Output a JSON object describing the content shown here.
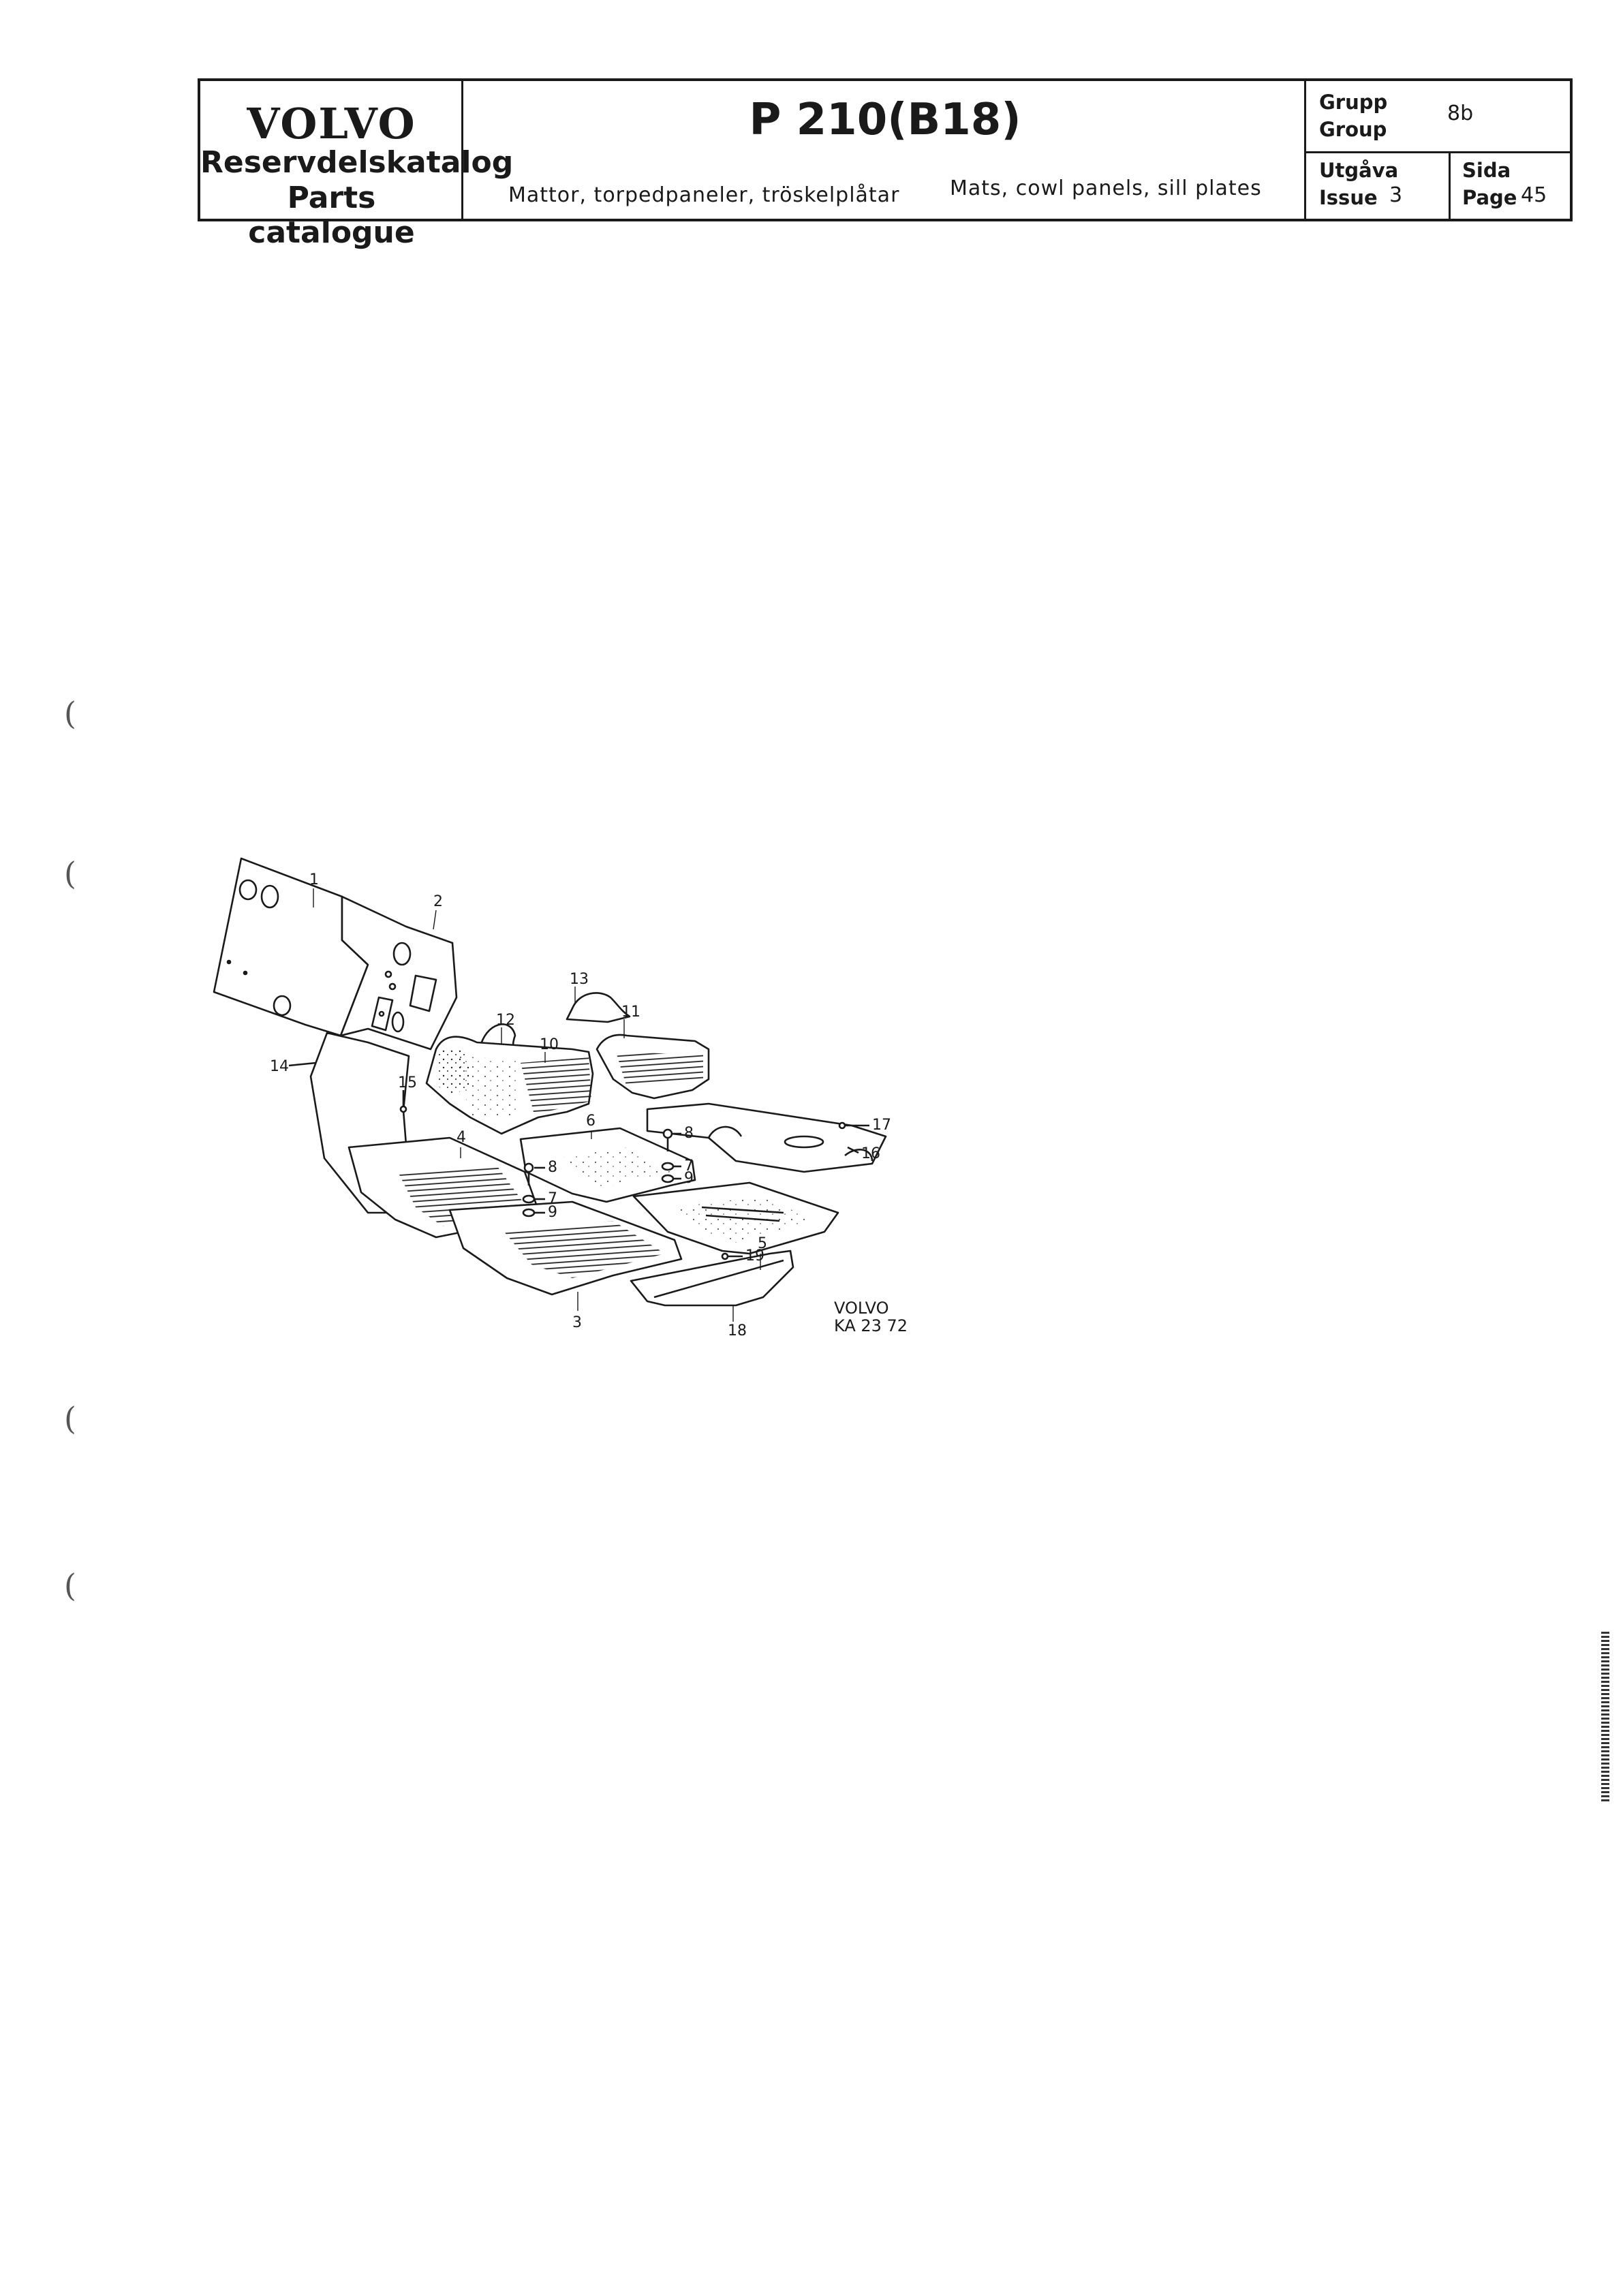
{
  "header": {
    "brand": "VOLVO",
    "catalog_sv": "Reservdelskatalog",
    "catalog_en": "Parts catalogue",
    "model": "P 210(B18)",
    "desc_sv": "Mattor, torpedpaneler, tröskelplåtar",
    "desc_en": "Mats, cowl panels, sill plates",
    "group_label_sv": "Grupp",
    "group_label_en": "Group",
    "group_value": "8b",
    "issue_label_sv": "Utgåva",
    "issue_label_en": "Issue",
    "issue_value": "3",
    "page_label_sv": "Sida",
    "page_label_en": "Page",
    "page_value": "45"
  },
  "drawing": {
    "callouts": [
      "1",
      "2",
      "3",
      "4",
      "5",
      "6",
      "7",
      "8",
      "9",
      "10",
      "11",
      "12",
      "13",
      "14",
      "15",
      "16",
      "17",
      "18",
      "19"
    ],
    "extra": {
      "c7b": "7",
      "c8b": "8",
      "c9b": "9"
    },
    "ref_brand": "VOLVO",
    "ref_code": "KA 23 72"
  },
  "margin_marks": [
    "(",
    "(",
    "(",
    "("
  ]
}
